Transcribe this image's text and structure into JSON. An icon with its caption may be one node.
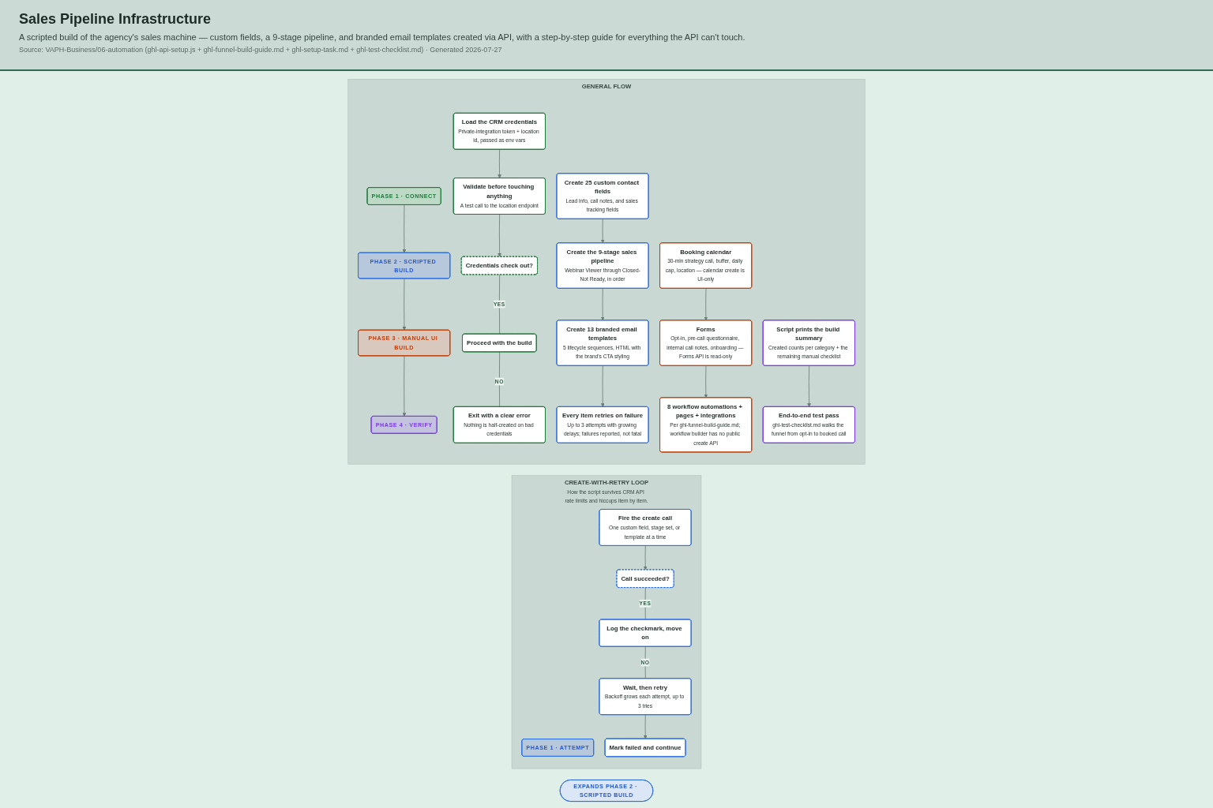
{
  "diagram": {
    "title": "Sales Pipeline Infrastructure",
    "nodes": [
      {
        "text": [
          "GENERAL FLOW"
        ]
      },
      {
        "text": [
          "PHASE 1 · CONNECT"
        ],
        "in": 0
      },
      {
        "text": [
          "PHASE 2 · SCRIPTED BUILD"
        ],
        "in": 0
      },
      {
        "text": [
          "PHASE 3 · MANUAL UI BUILD"
        ],
        "in": 0
      },
      {
        "text": [
          "PHASE 4 · VERIFY"
        ],
        "in": 0
      },
      {
        "text": [
          "Load the CRM credentials",
          "Private-integration token + location id, passed as env vars"
        ],
        "in": 0
      },
      {
        "text": [
          "Validate before touching anything",
          "A test call to the location endpoint"
        ],
        "in": 0
      },
      {
        "text": [
          "Credentials check out?"
        ],
        "in": 0
      },
      {
        "text": [
          "Proceed with the build"
        ],
        "in": 0
      },
      {
        "text": [
          "Exit with a clear error",
          "Nothing is half-created on bad credentials"
        ],
        "in": 0
      },
      {
        "text": [
          "Create 25 custom contact fields",
          "Lead info, call notes, and sales tracking fields"
        ],
        "in": 0
      },
      {
        "text": [
          "Create the 9-stage sales pipeline",
          "Webinar Viewer through Closed-Not Ready, in order"
        ],
        "in": 0
      },
      {
        "text": [
          "Create 13 branded email templates",
          "5 lifecycle sequences, HTML with the brand's CTA styling"
        ],
        "in": 0
      },
      {
        "text": [
          "Every item retries on failure",
          "Up to 3 attempts with growing delays; failures reported, not fatal"
        ],
        "in": 0
      },
      {
        "text": [
          "Booking calendar",
          "30-min strategy call, buffer, daily cap, location — calendar create is UI-only"
        ],
        "in": 0
      },
      {
        "text": [
          "Forms",
          "Opt-in, pre-call questionnaire, internal call notes, onboarding — Forms API is read-only"
        ],
        "in": 0
      },
      {
        "text": [
          "8 workflow automations + pages + integrations",
          "Per ghl-funnel-build-guide.md; workflow builder has no public create API"
        ],
        "in": 0
      },
      {
        "text": [
          "Script prints the build summary",
          "Created counts per category + the remaining manual checklist"
        ],
        "in": 0
      },
      {
        "text": [
          "End-to-end test pass",
          "ghl-test-checklist.md walks the funnel from opt-in to booked call"
        ],
        "in": 0
      },
      {
        "text": [
          "CREATE-WITH-RETRY LOOP",
          "How the script survives CRM API rate limits and hiccups item by item."
        ]
      },
      {
        "text": [
          "EXPANDS PHASE 2 · SCRIPTED BUILD"
        ]
      },
      {
        "text": [
          "PHASE 1 · ATTEMPT"
        ],
        "in": 19
      },
      {
        "text": [
          "Fire the create call",
          "One custom field, stage set, or template at a time"
        ],
        "in": 19
      },
      {
        "text": [
          "Call succeeded?"
        ],
        "in": 19
      },
      {
        "text": [
          "Log the checkmark, move on"
        ],
        "in": 19
      },
      {
        "text": [
          "Wait, then retry",
          "Backoff grows each attempt, up to 3 tries"
        ],
        "in": 19
      },
      {
        "text": [
          "Mark failed and continue"
        ],
        "in": 19
      }
    ],
    "edges": [
      {
        "from": 1,
        "to": 2,
        "arrow": "to"
      },
      {
        "from": 2,
        "to": 3,
        "arrow": "to"
      },
      {
        "from": 3,
        "to": 4,
        "arrow": "to"
      },
      {
        "from": 5,
        "to": 6,
        "arrow": "to"
      },
      {
        "from": 6,
        "to": 7,
        "arrow": "to"
      },
      {
        "from": 7,
        "to": 8,
        "label": "YES",
        "arrow": "none"
      },
      {
        "from": 8,
        "to": 9,
        "label": "NO",
        "arrow": "none"
      },
      {
        "from": 10,
        "to": 11,
        "arrow": "to"
      },
      {
        "from": 11,
        "to": 12,
        "arrow": "to"
      },
      {
        "from": 12,
        "to": 13,
        "arrow": "to"
      },
      {
        "from": 14,
        "to": 15,
        "arrow": "to"
      },
      {
        "from": 15,
        "to": 16,
        "arrow": "to"
      },
      {
        "from": 17,
        "to": 18,
        "arrow": "to"
      },
      {
        "from": 22,
        "to": 23,
        "arrow": "to"
      },
      {
        "from": 23,
        "to": 24,
        "label": "YES",
        "arrow": "none"
      },
      {
        "from": 24,
        "to": 25,
        "label": "NO",
        "arrow": "none"
      },
      {
        "from": 25,
        "to": 26,
        "arrow": "to"
      }
    ],
    "labels": [
      "A scripted build of the agency's sales machine — custom fields, a 9-stage pipeline, and branded email templates created via API, with a step-by-step guide for everything the API can't touch.",
      "Source: VAPH-Business/06-automation (ghl-api-setup.js + ghl-funnel-build-guide.md + ghl-setup-task.md + ghl-test-checklist.md) · Generated 2026-07-27"
    ]
  }
}
